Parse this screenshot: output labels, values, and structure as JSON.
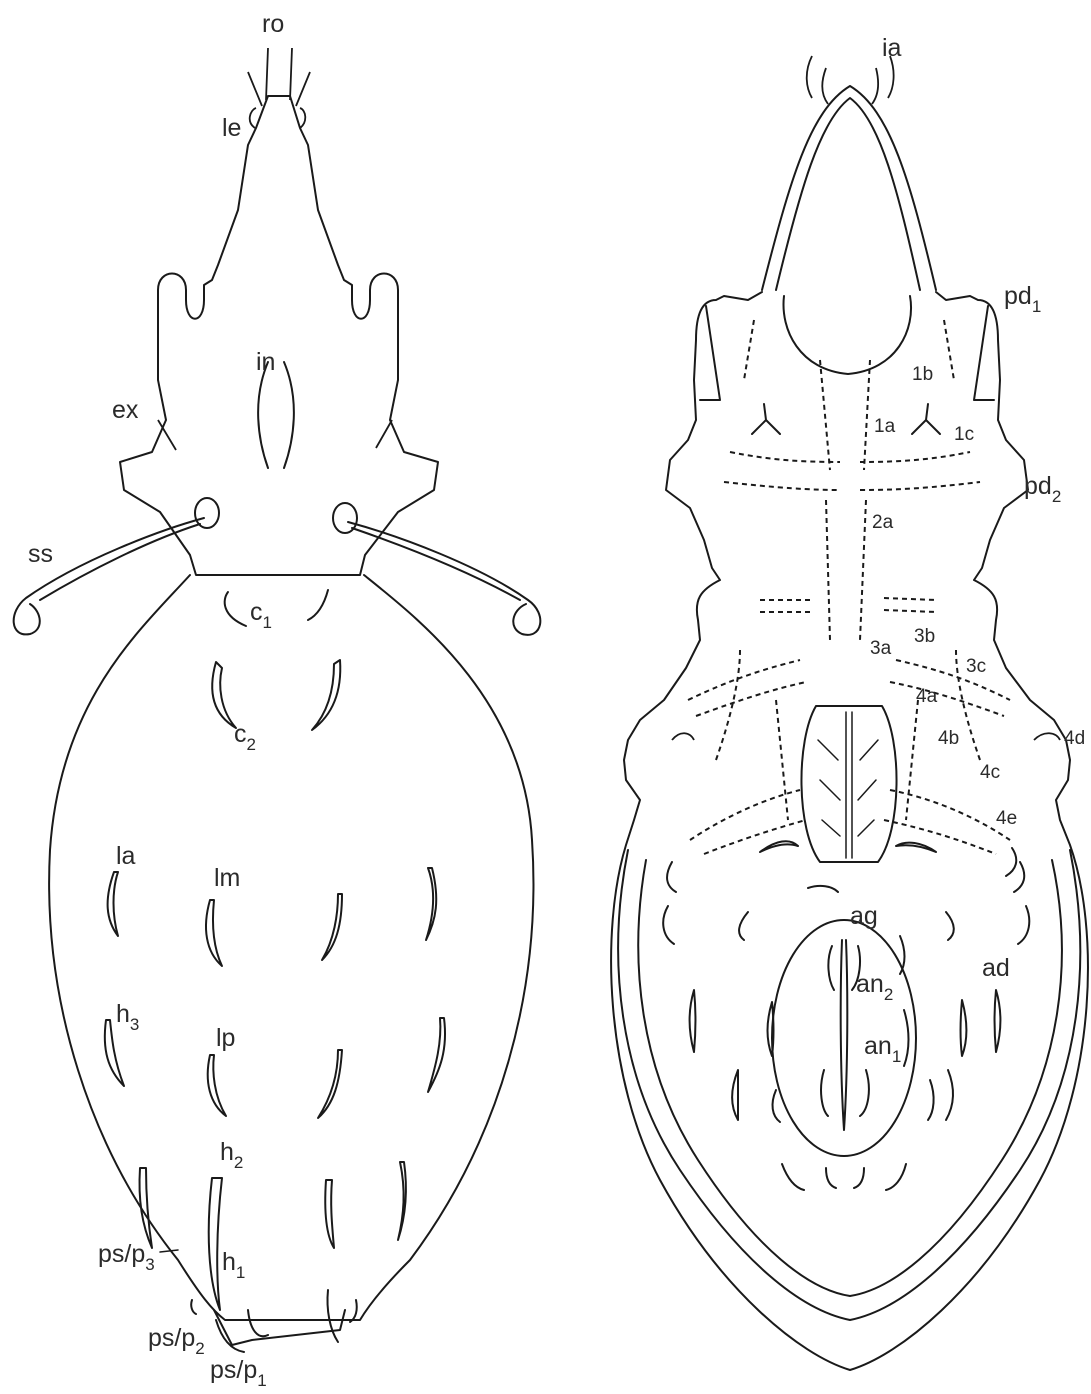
{
  "figure": {
    "dorsal_view": {
      "labels": {
        "ro": "ro",
        "le": "le",
        "in": "in",
        "ex": "ex",
        "ss": "ss",
        "c1": {
          "base": "c",
          "sub": "1"
        },
        "c2": {
          "base": "c",
          "sub": "2"
        },
        "la": "la",
        "lm": "lm",
        "h3": {
          "base": "h",
          "sub": "3"
        },
        "lp": "lp",
        "h2": {
          "base": "h",
          "sub": "2"
        },
        "h1": {
          "base": "h",
          "sub": "1"
        },
        "ps_p3": {
          "base": "ps/p",
          "sub": "3"
        },
        "ps_p2": {
          "base": "ps/p",
          "sub": "2"
        },
        "ps_p1": {
          "base": "ps/p",
          "sub": "1"
        }
      }
    },
    "ventral_view": {
      "labels": {
        "ia": "ia",
        "pd1": {
          "base": "pd",
          "sub": "1"
        },
        "1b": "1b",
        "1a": "1a",
        "1c": "1c",
        "pd2": {
          "base": "pd",
          "sub": "2"
        },
        "2a": "2a",
        "3b": "3b",
        "3a": "3a",
        "3c": "3c",
        "4a": "4a",
        "4b": "4b",
        "4d": "4d",
        "4c": "4c",
        "4e": "4e",
        "ag": "ag",
        "ad": "ad",
        "an2": {
          "base": "an",
          "sub": "2"
        },
        "an1": {
          "base": "an",
          "sub": "1"
        }
      }
    }
  }
}
